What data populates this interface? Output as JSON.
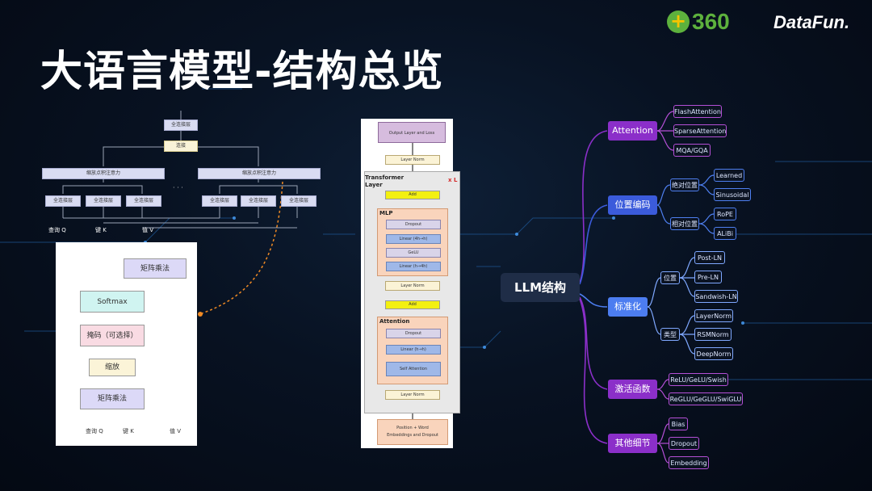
{
  "title": "大语言模型-结构总览",
  "logos": {
    "brand_360": "360",
    "brand_360_badge": "+",
    "brand_datafun": "DataFun."
  },
  "attention_diagram": {
    "top": "全连接层",
    "concat": "连接",
    "heads": [
      "缩放点积注意力",
      "缩放点积注意力"
    ],
    "dots": "· · ·",
    "fc_layers": [
      "全连接层",
      "全连接层",
      "全连接层",
      "全连接层",
      "全连接层",
      "全连接层"
    ],
    "inputs": [
      "查询 Q",
      "键 K",
      "值 V"
    ]
  },
  "sdpa_panel": {
    "matmul_top": "矩阵乘法",
    "softmax": "Softmax",
    "mask": "掩码（可选择）",
    "scale": "缩放",
    "matmul_bottom": "矩阵乘法",
    "inputs": [
      "查询 Q",
      "键 K",
      "值 V"
    ]
  },
  "transformer": {
    "output": "Output Layer and Loss",
    "final_norm": "Layer Norm",
    "layer_title": "Transformer\nLayer",
    "repeat": "x L",
    "add_top": "Add",
    "mlp_title": "MLP",
    "mlp_dropout": "Dropout",
    "mlp_linear2": "Linear (4h→h)",
    "gelu": "GeLU",
    "mlp_linear1": "Linear (h→4h)",
    "norm_mid": "Layer Norm",
    "add_bottom": "Add",
    "attn_title": "Attention",
    "attn_dropout": "Dropout",
    "attn_linear": "Linear (h→h)",
    "self_attention": "Self Attention",
    "norm_bottom": "Layer Norm",
    "embeddings": "Position + Word\nEmbeddings and Dropout"
  },
  "mindmap": {
    "root": "LLM结构",
    "categories": [
      {
        "label": "Attention",
        "color": "#8b2fc9",
        "items": [
          "FlashAttention",
          "SparseAttention",
          "MQA/GQA"
        ]
      },
      {
        "label": "位置编码",
        "color": "#3b5bdb",
        "groups": [
          {
            "label": "绝对位置",
            "items": [
              "Learned",
              "Sinusoidal"
            ]
          },
          {
            "label": "相对位置",
            "items": [
              "RoPE",
              "ALiBi"
            ]
          }
        ]
      },
      {
        "label": "标准化",
        "color": "#4c7df0",
        "groups": [
          {
            "label": "位置",
            "items": [
              "Post-LN",
              "Pre-LN",
              "Sandwish-LN"
            ]
          },
          {
            "label": "类型",
            "items": [
              "LayerNorm",
              "RSMNorm",
              "DeepNorm"
            ]
          }
        ]
      },
      {
        "label": "激活函数",
        "color": "#8b2fc9",
        "items": [
          "ReLU/GeLU/Swish",
          "ReGLU/GeGLU/SwiGLU"
        ]
      },
      {
        "label": "其他细节",
        "color": "#8b2fc9",
        "items": [
          "Bias",
          "Dropout",
          "Embedding"
        ]
      }
    ]
  }
}
